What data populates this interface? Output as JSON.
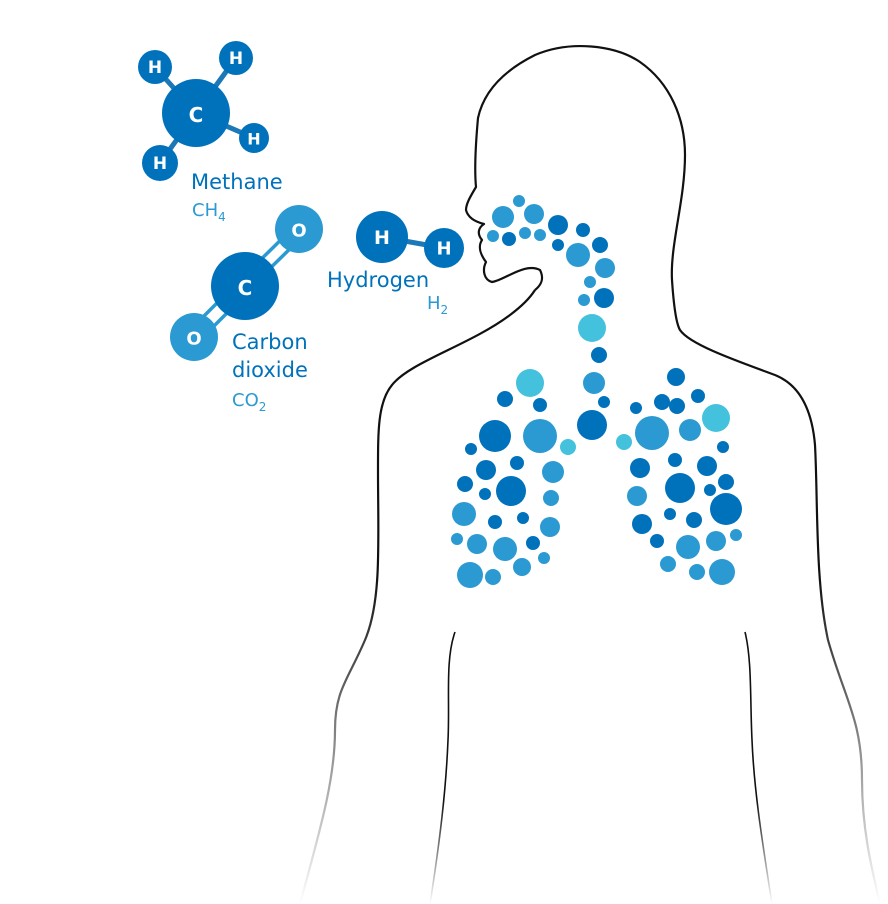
{
  "colors": {
    "dark_blue": "#0072bc",
    "mid_blue": "#2b9ad2",
    "light_blue": "#44c2dd",
    "outline": "#111111",
    "bond": "#1d78b8"
  },
  "atoms": {
    "hydrogen_symbol": "H",
    "carbon_symbol": "C",
    "oxygen_symbol": "O"
  },
  "labels": {
    "methane": {
      "name": "Methane",
      "formula_base": "CH",
      "formula_sub": "4"
    },
    "carbon_dioxide": {
      "name_line1": "Carbon",
      "name_line2": "dioxide",
      "formula_base": "CO",
      "formula_sub": "2"
    },
    "hydrogen": {
      "name": "Hydrogen",
      "formula_base": "H",
      "formula_sub": "2"
    }
  }
}
